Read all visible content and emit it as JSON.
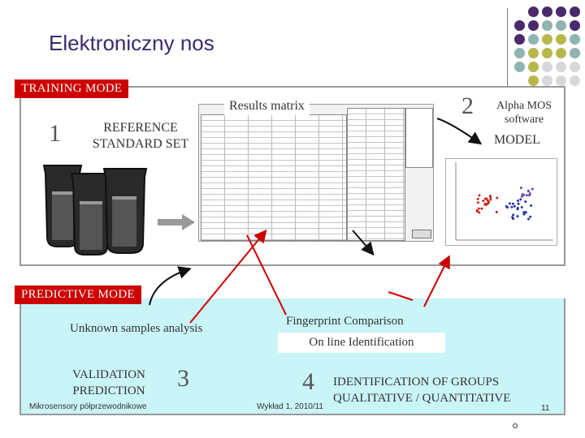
{
  "title": "Elektroniczny nos",
  "training": {
    "label": "TRAINING MODE",
    "step1_number": "1",
    "step1_text_line1": "REFERENCE",
    "step1_text_line2": "STANDARD SET",
    "results_label": "Results matrix",
    "step2_number": "2",
    "software_line1": "Alpha MOS",
    "software_line2": "software",
    "model_label": "MODEL"
  },
  "predictive": {
    "label": "PREDICTIVE MODE",
    "unknown_label": "Unknown samples analysis",
    "fingerprint_label": "Fingerprint Comparison",
    "online_label": "On line Identification",
    "validation_line1": "VALIDATION",
    "validation_line2": "PREDICTION",
    "step3_number": "3",
    "step4_number": "4",
    "identification_line1": "IDENTIFICATION OF GROUPS",
    "identification_line2": "QUALITATIVE / QUANTITATIVE"
  },
  "footer": {
    "left": "Mikrosensory półprzewodnikowe",
    "center": "Wykład 1, 2010/11",
    "page": "11"
  },
  "colors": {
    "accent_red": "#cc0000",
    "predictive_bg": "#c9f4f8",
    "title_color": "#3a2a6e",
    "dot_purple": "#4a2a6a",
    "dot_teal": "#8fb3b0",
    "dot_olive": "#b8b84a",
    "dot_light": "#d8d8dc"
  },
  "icons": [
    "beaker-icon",
    "arrow-icon"
  ]
}
